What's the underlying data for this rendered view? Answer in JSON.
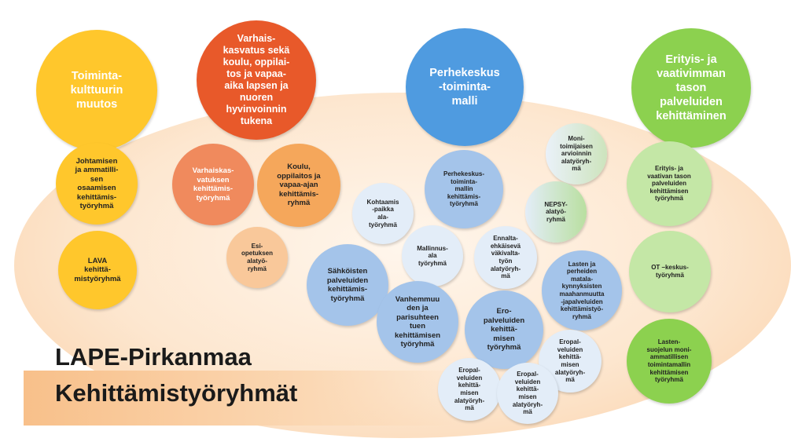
{
  "title": {
    "line1": "LAPE-Pirkanmaa",
    "line2": "Kehittämistyöryhmät"
  },
  "colors": {
    "yellow": "#ffc72c",
    "orange_red": "#e8592a",
    "blue": "#4f9be0",
    "green": "#8cd14f",
    "light_orange": "#f5a75b",
    "light_blue": "#a4c4ea",
    "light_green": "#c4e7a6",
    "pale_blue": "#e3edf8"
  },
  "circles": {
    "toimintakulttuuri": "Toiminta-\nkulttuurin\nmuutos",
    "varhaiskasvatus": "Varhais-\nkasvatus sekä\nkoulu, oppilai-\ntos ja vapaa-\naika lapsen ja\nnuoren\nhyvinvoinnin\ntukena",
    "perhekeskus": "Perhekeskus\n-toiminta-\nmalli",
    "erityis": "Erityis- ja\nvaativimman\ntason\npalveluiden\nkehittäminen",
    "johtamisen": "Johtamisen\nja ammatilli-\nsen\nosaamisen\nkehittämis-\ntyöryhmä",
    "lava": "LAVA\nkehittä-\nmistyöryhmä",
    "varhaiskasvatuksen": "Varhaiskas-\nvatuksen\nkehittämis-\ntyöryhmä",
    "koulu": "Koulu,\noppilaitos ja\nvapaa-ajan\nkehittämis-\nryhmä",
    "esiopetuksen": "Esi-\nopetuksen\nalatyö-\nryhmä",
    "perhekeskus_ryhma": "Perhekeskus-\ntoiminta-\nmallin\nkehittämis-\ntyöryhmä",
    "moni_toimijaisen": "Moni-\ntoimijaisen\narvioinnin\nalatyöryh-\nmä",
    "kohtaamispaikka": "Kohtaamis\n-paikka\nala-\ntyöryhmä",
    "nepsy": "NEPSY-\nalatyö-\nryhmä",
    "mallinnus": "Mallinnus-\nala\ntyöryhmä",
    "ennaltaehkaiseva": "Ennalta-\nehkäisevä\nväkivalta-\ntyön\nalatyöryh-\nmä",
    "sahkoisten": "Sähköisten\npalveluiden\nkehittämis-\ntyöryhmä",
    "lasten_perheiden": "Lasten ja\nperheiden\nmatala-\nkynnyksisten\nmaahanmuutta\n-japalveluiden\nkehittämistyö-\nryhmä",
    "vanhemmuuden": "Vanhemmuu\nden ja\nparisuhteen\ntuen\nkehittämisen\ntyöryhmä",
    "eropalveluiden": "Ero-\npalveluiden\nkehittä-\nmisen\ntyöryhmä",
    "eropal_ala_1": "Eropal-\nveluiden\nkehittä-\nmisen\nalatyöryh-\nmä",
    "eropal_ala_2": "Eropal-\nveluiden\nkehittä-\nmisen\nalatyöryh-\nmä",
    "eropal_ala_3": "Eropal-\nveluiden\nkehittä-\nmisen\nalatyöryh-\nmä",
    "erityis_ryhma": "Erityis- ja\nvaativan tason\npalveluiden\nkehittämisen\ntyöryhmä",
    "ot_keskus": "OT –keskus-\ntyöryhmä",
    "lastensuojelu": "Lasten-\nsuojelun moni-\nammatillisen\ntoimintamallin\nkehittämisen\ntyöryhmä"
  }
}
